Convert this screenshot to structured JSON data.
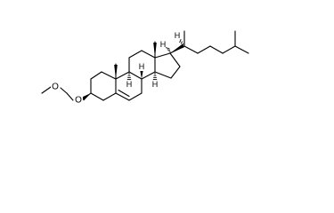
{
  "atoms": {
    "o_methoxy": "O",
    "o_ether": "O",
    "h_c8": "H",
    "h_c9": "H",
    "h_c14": "H",
    "h_c17": "H",
    "h_c20": "H"
  },
  "colors": {
    "bond": "#000000",
    "background": "#ffffff",
    "text": "#000000"
  }
}
